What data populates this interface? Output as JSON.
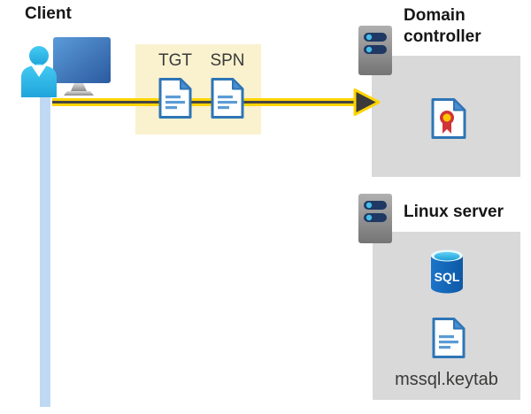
{
  "diagram": {
    "client": {
      "title": "Client"
    },
    "token_box": {
      "items": [
        {
          "label": "TGT"
        },
        {
          "label": "SPN"
        }
      ]
    },
    "domain_controller": {
      "title": "Domain controller",
      "title_line1": "Domain",
      "title_line2": "controller"
    },
    "linux_server": {
      "title": "Linux server",
      "sql_label": "SQL",
      "keytab_label": "mssql.keytab"
    }
  },
  "icons": {
    "client": "person-at-computer-icon",
    "token_documents": "document-icon",
    "domain_controller": "server-icon",
    "certificate": "certificate-icon",
    "linux_server": "server-icon",
    "database": "sql-database-icon",
    "keytab": "document-icon",
    "arrow": "yellow-request-arrow"
  },
  "colors": {
    "token_box_bg": "#FAF1CE",
    "section_box_bg": "#D9D9D9",
    "arrow_yellow": "#FFD400",
    "arrow_core": "#454545",
    "arrowhead_fill": "#3A3A3A",
    "lifeline": "#BFD9F4",
    "doc_border": "#2E75B6",
    "doc_lines": "#5B9BD5",
    "server_pill": "#1F3864",
    "server_led": "#45BEE8",
    "cert_ribbon": "#D13438",
    "cert_seal": "#FFC700",
    "sql_body": "#0D59A5",
    "person_cyan": "#2FBCE9"
  }
}
